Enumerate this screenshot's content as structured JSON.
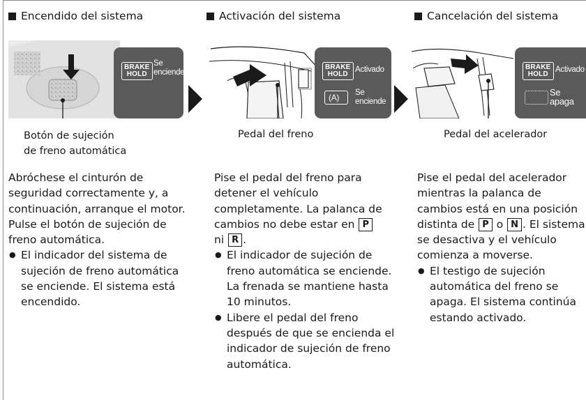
{
  "columns": [
    {
      "heading": "Encendido del sistema",
      "panel": {
        "indicator": "BRAKE\nHOLD",
        "status": "Se\nenciende"
      },
      "caption": "Botón de sujeción\nde freno automática",
      "paragraph": "Abróchese el cinturón de seguridad correctamente y, a continuación, arranque el motor. Pulse el botón de sujeción de freno automática.",
      "bullets": [
        "El indicador del sistema de sujeción de freno automática se enciende. El sistema está encendido."
      ]
    },
    {
      "heading": "Activación del sistema",
      "panel": {
        "indicator": "BRAKE\nHOLD",
        "status": "Activado",
        "icon_label": "(A)",
        "icon_status": "Se\nenciende"
      },
      "caption": "Pedal del freno",
      "paragraph_parts": [
        "Pise el pedal del freno para detener el vehículo completamente. La palanca de cambios no debe estar en",
        "P",
        "ni",
        "R",
        "."
      ],
      "bullets": [
        "El indicador de sujeción de freno automática se enciende. La frenada se mantiene hasta 10 minutos.",
        "Libere el pedal del freno después de que se encienda el indicador de sujeción de freno automática."
      ]
    },
    {
      "heading": "Cancelación del sistema",
      "panel": {
        "indicator": "BRAKE\nHOLD",
        "status": "Activado",
        "icon_status": "Se\napaga"
      },
      "caption": "Pedal del acelerador",
      "paragraph_parts": [
        "Pise el pedal del acelerador mientras la palanca de cambios está en una posición distinta de",
        "P",
        "o",
        "N",
        ". El sistema se desactiva y el vehículo comienza a moverse."
      ],
      "bullets": [
        "El testigo de sujeción automática del freno se apaga. El sistema continúa estando activado."
      ]
    }
  ]
}
